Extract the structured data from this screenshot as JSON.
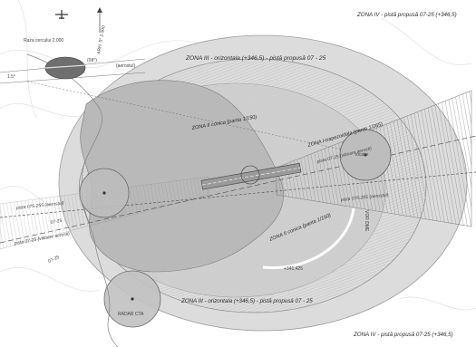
{
  "map": {
    "zones": {
      "zone_iv_top": "ZONA IV - pistă propusă 07-25 (+346,5)",
      "zone_iv_bottom": "ZONA IV - pistă propusă 07-25 (+346,5)",
      "zone_iii_top": "ZONA III - orizontala (+346,5) - pistă propusă 07 - 25",
      "zone_iii_bottom": "ZONA III - orizontala (+346,5) - pistă propusă 07 - 25",
      "zone_ii_upper": "ZONA II conica (panta 1/150)",
      "zone_ii_lower": "ZONA II conica (panta 1/150)",
      "zone_i": "ZONA I-trapezoidala (panta 1/265)"
    },
    "runways": {
      "proposed_07_25": "pista 07-25 (viitoare aerosti)",
      "existing_075_255": "pista 075-255 (aerostul)",
      "runway_07_25_right": "pista 07-25 (viitoare aerosti)",
      "runway_075_255_left": "pista 075-255 (aerostul)"
    },
    "places": {
      "radar": "RADAR CTA",
      "right_circle": "locatie",
      "elevation": "+341,425",
      "vor": "VOR DME"
    },
    "marks": {
      "km_left": "07-25",
      "km_left2": "07-25"
    },
    "inset": {
      "title": "Raza cercului 2.000",
      "scale_note": "ARH. 5° 2.000",
      "items": [
        "1.5°",
        "(08°)",
        "(aerostul)"
      ]
    },
    "colors": {
      "zone_fill": "#d8d8d8",
      "zone_inner": "#c6c6c6",
      "terrain": "#b7b7b7",
      "line": "#6a6a6a"
    },
    "icons": [
      "north-arrow-icon",
      "airplane-icon"
    ]
  }
}
